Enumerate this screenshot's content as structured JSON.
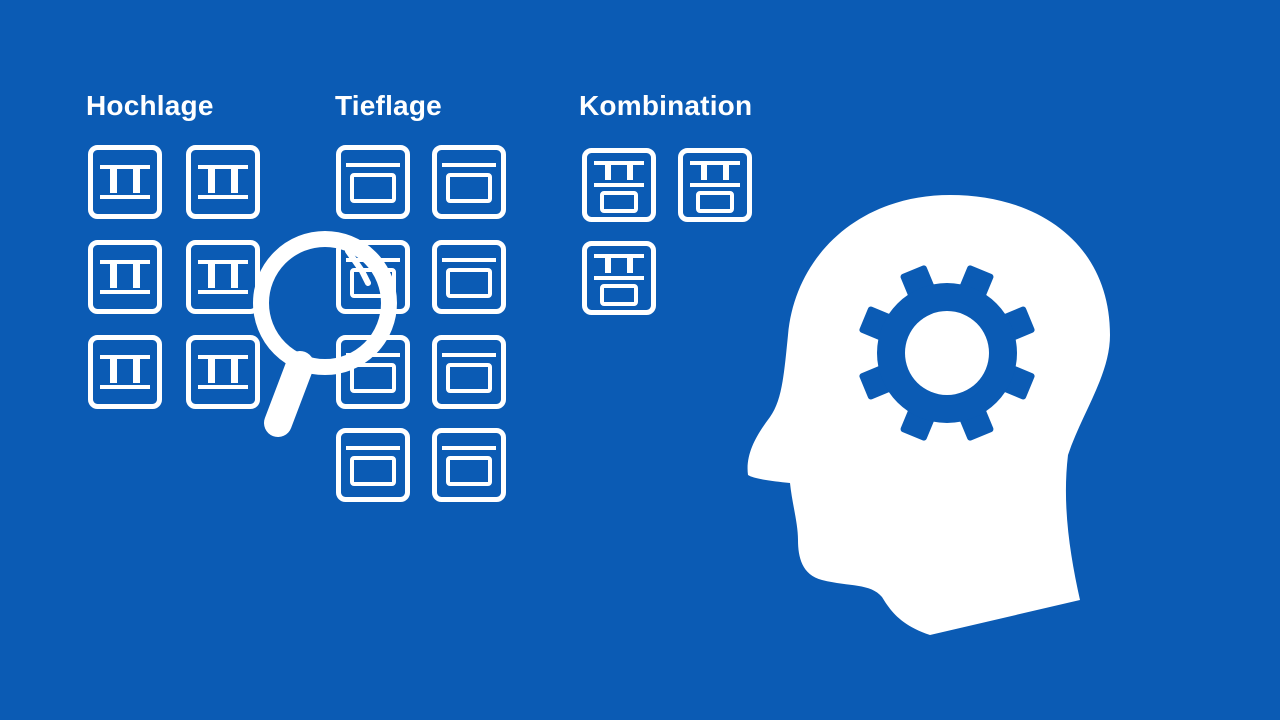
{
  "sections": {
    "hochlage": {
      "title": "Hochlage",
      "icon": "hochlage-storage-icon",
      "count": 6
    },
    "tieflage": {
      "title": "Tieflage",
      "icon": "tieflage-storage-icon",
      "count": 8
    },
    "kombination": {
      "title": "Kombination",
      "icon": "kombination-storage-icon",
      "count": 3
    }
  },
  "illustration": {
    "magnifier": "magnifying-glass-icon",
    "head": "head-with-gear-icon"
  },
  "colors": {
    "background": "#0b5bb4",
    "foreground": "#ffffff"
  }
}
